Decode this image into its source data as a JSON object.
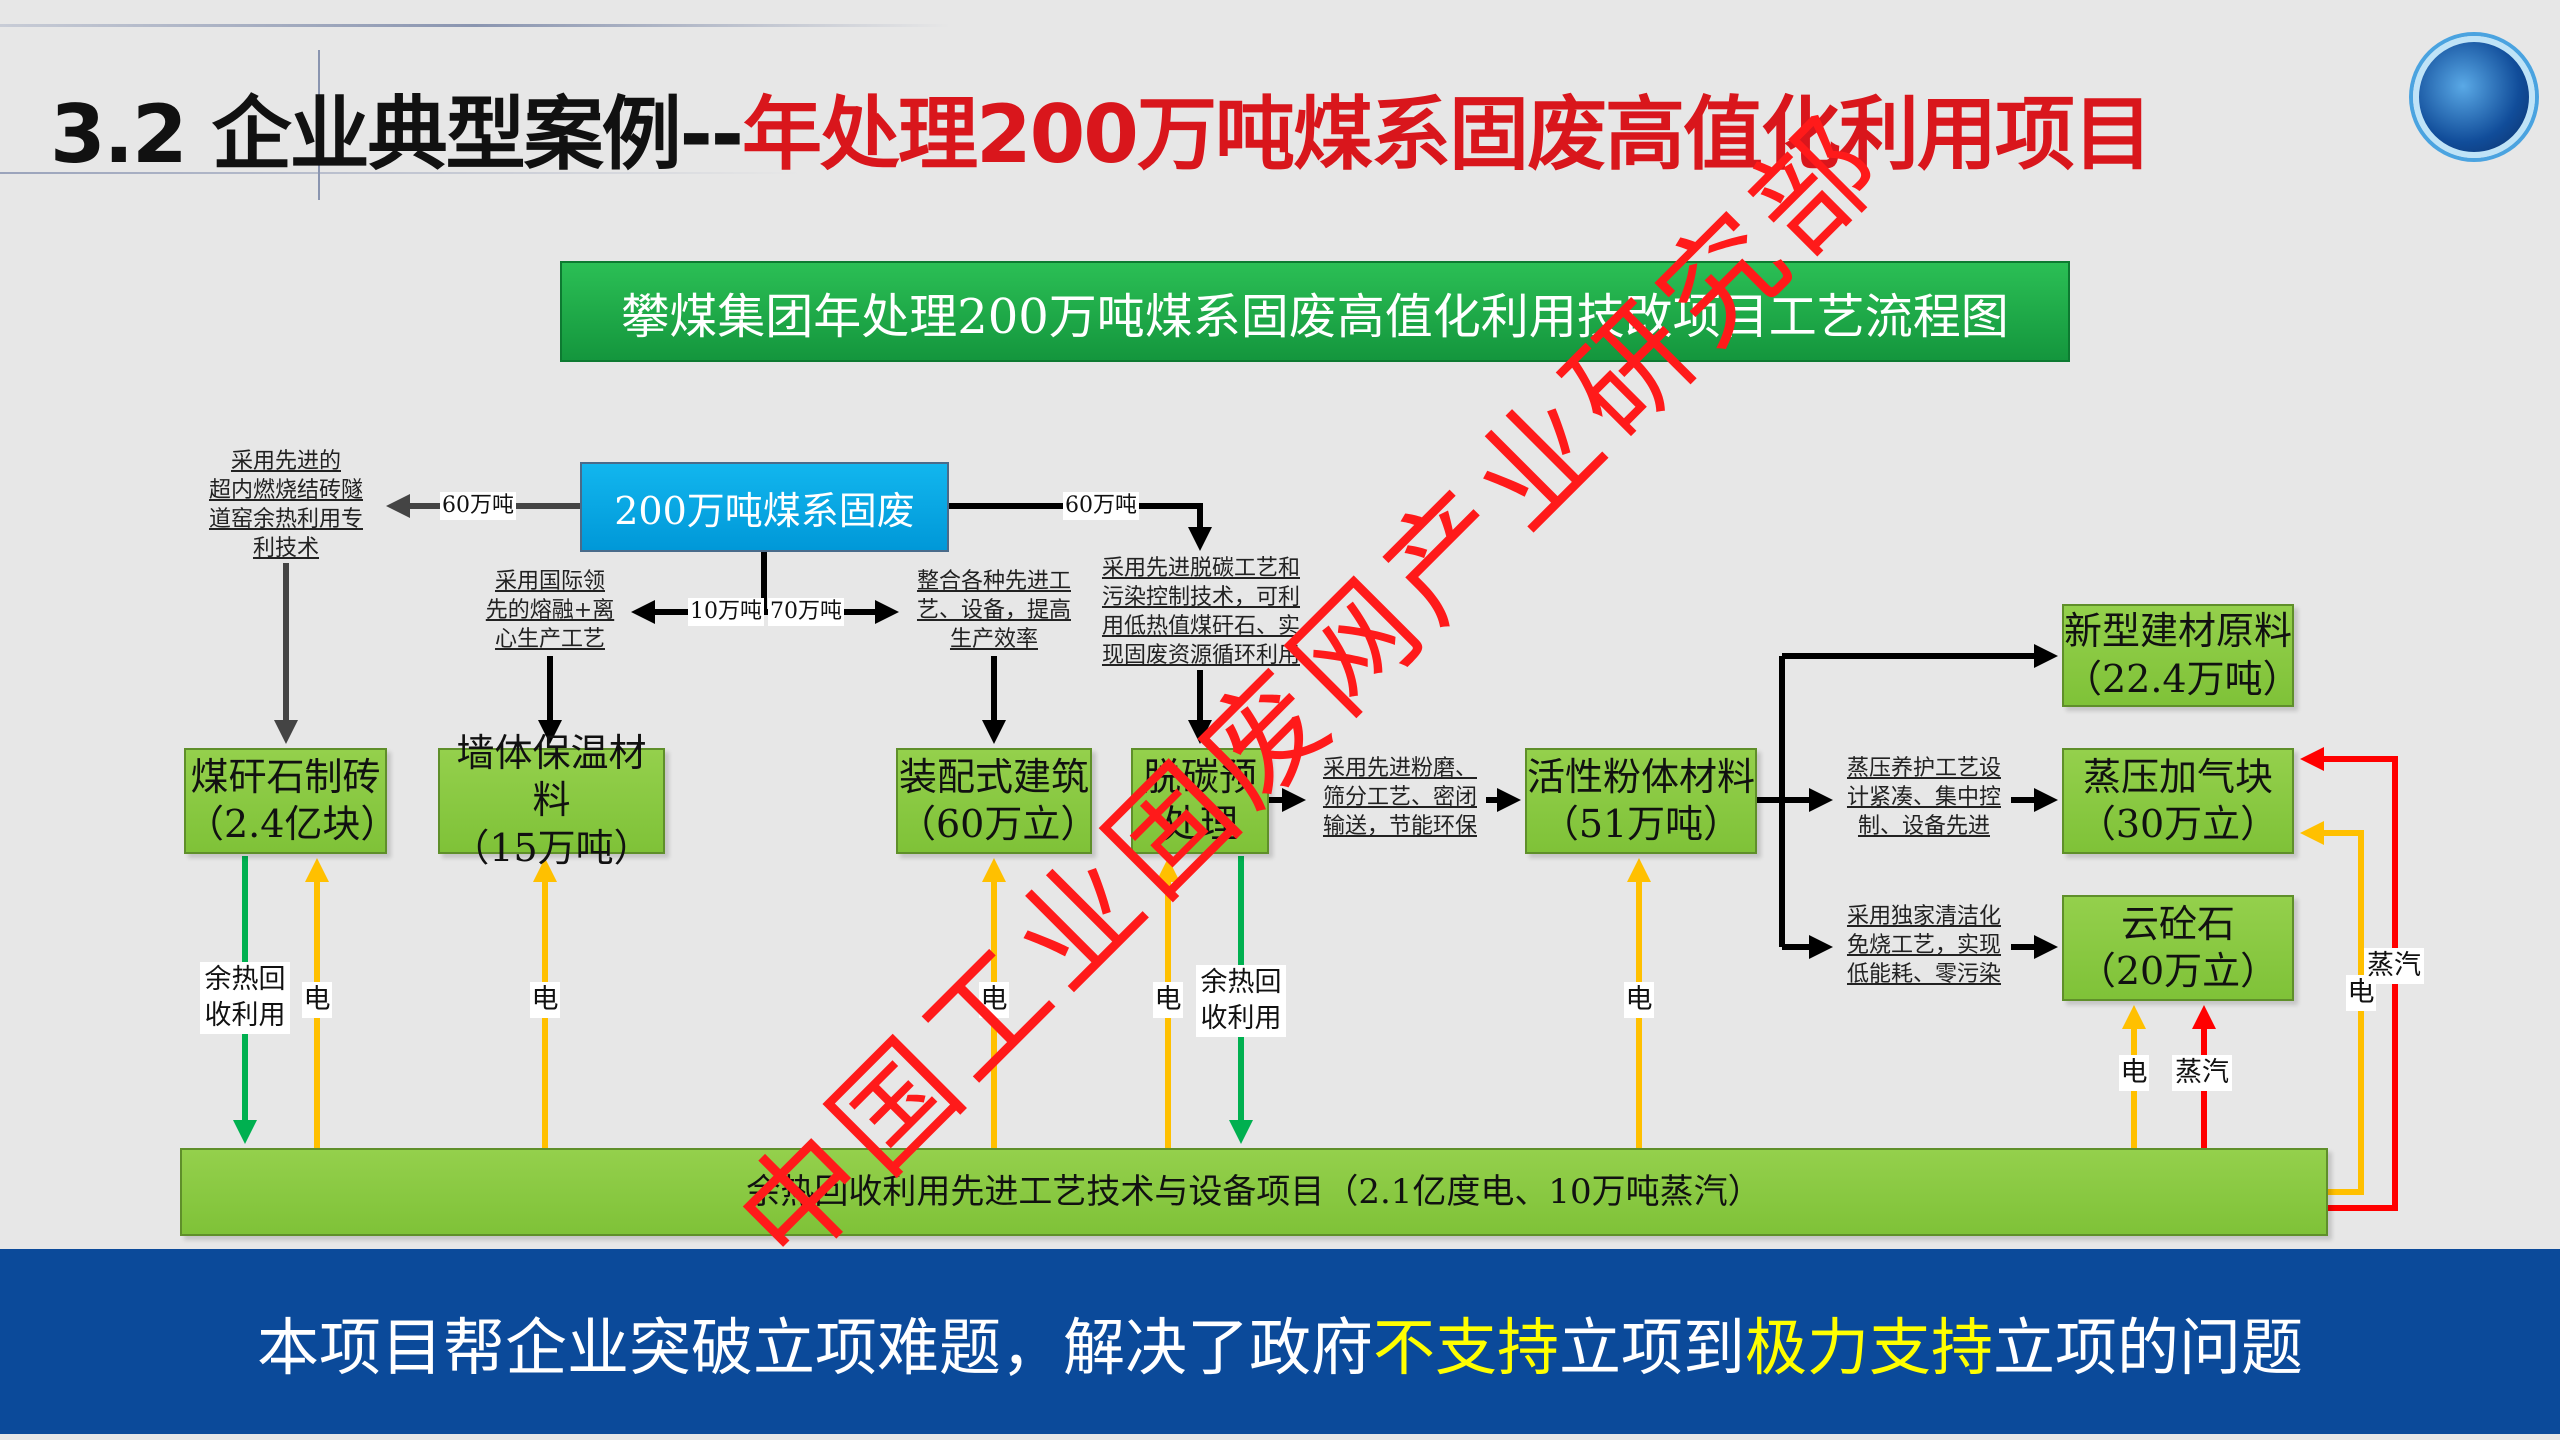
{
  "title": {
    "prefix": "3.2 企业典型案例--",
    "highlight": "年处理200万吨煤系固废高值化利用项目"
  },
  "diagram_title": "攀煤集团年处理200万吨煤系固废高值化利用技改项目工艺流程图",
  "source": "200万吨煤系固废",
  "flows": {
    "left": "60万吨",
    "right": "60万吨",
    "down_left": "10万吨",
    "down_right": "70万吨"
  },
  "notes": {
    "brick": [
      "采用先进的",
      "超内燃烧结砖隧",
      "道窑余热利用专",
      "利技术"
    ],
    "wall": [
      "采用国际领",
      "先的熔融+离",
      "心生产工艺"
    ],
    "prefab": [
      "整合各种先进工",
      "艺、设备，提高",
      "生产效率"
    ],
    "decarb": [
      "采用先进脱碳工艺和",
      "污染控制技术，可利",
      "用低热值煤矸石、实",
      "现固废资源循环利用"
    ],
    "powder": [
      "采用先进粉磨、",
      "筛分工艺、密闭",
      "输送，节能环保"
    ],
    "aac": [
      "蒸压养护工艺设",
      "计紧凑、集中控",
      "制、设备先进"
    ],
    "cloud": [
      "采用独家清洁化",
      "免烧工艺，实现",
      "低能耗、零污染"
    ]
  },
  "boxes": {
    "brick": [
      "煤矸石制砖",
      "（2.4亿块）"
    ],
    "wall": [
      "墙体保温材料",
      "（15万吨）"
    ],
    "prefab": [
      "装配式建筑",
      "（60万立）"
    ],
    "decarb": [
      "脱碳预",
      "处理"
    ],
    "powder": [
      "活性粉体材料",
      "（51万吨）"
    ],
    "newmat": [
      "新型建材原料",
      "（22.4万吨）"
    ],
    "aac": [
      "蒸压加气块",
      "（30万立）"
    ],
    "cloud": [
      "云砼石",
      "（20万立）"
    ]
  },
  "heat_project": "余热回收利用先进工艺技术与设备项目（2.1亿度电、10万吨蒸汽）",
  "labels": {
    "heat": "余热回收利用",
    "heat_a": "余热回",
    "heat_b": "收利用",
    "elec": "电",
    "steam": "蒸汽"
  },
  "footer": {
    "p1": "本项目帮企业突破立项难题，解决了政府",
    "y1": "不支持",
    "p2": "立项到",
    "y2": "极力支持",
    "p3": "立项的问题"
  },
  "watermark": "中国工业固废网产业研究部",
  "colors": {
    "title_red": "#d9161c",
    "box_green": "#8dc63f",
    "source_blue": "#00a8e6",
    "footer_blue": "#0b4a9a",
    "highlight_yellow": "#ffff00",
    "elec": "#ffc000",
    "steam": "#ff0000",
    "heat": "#00b050"
  }
}
